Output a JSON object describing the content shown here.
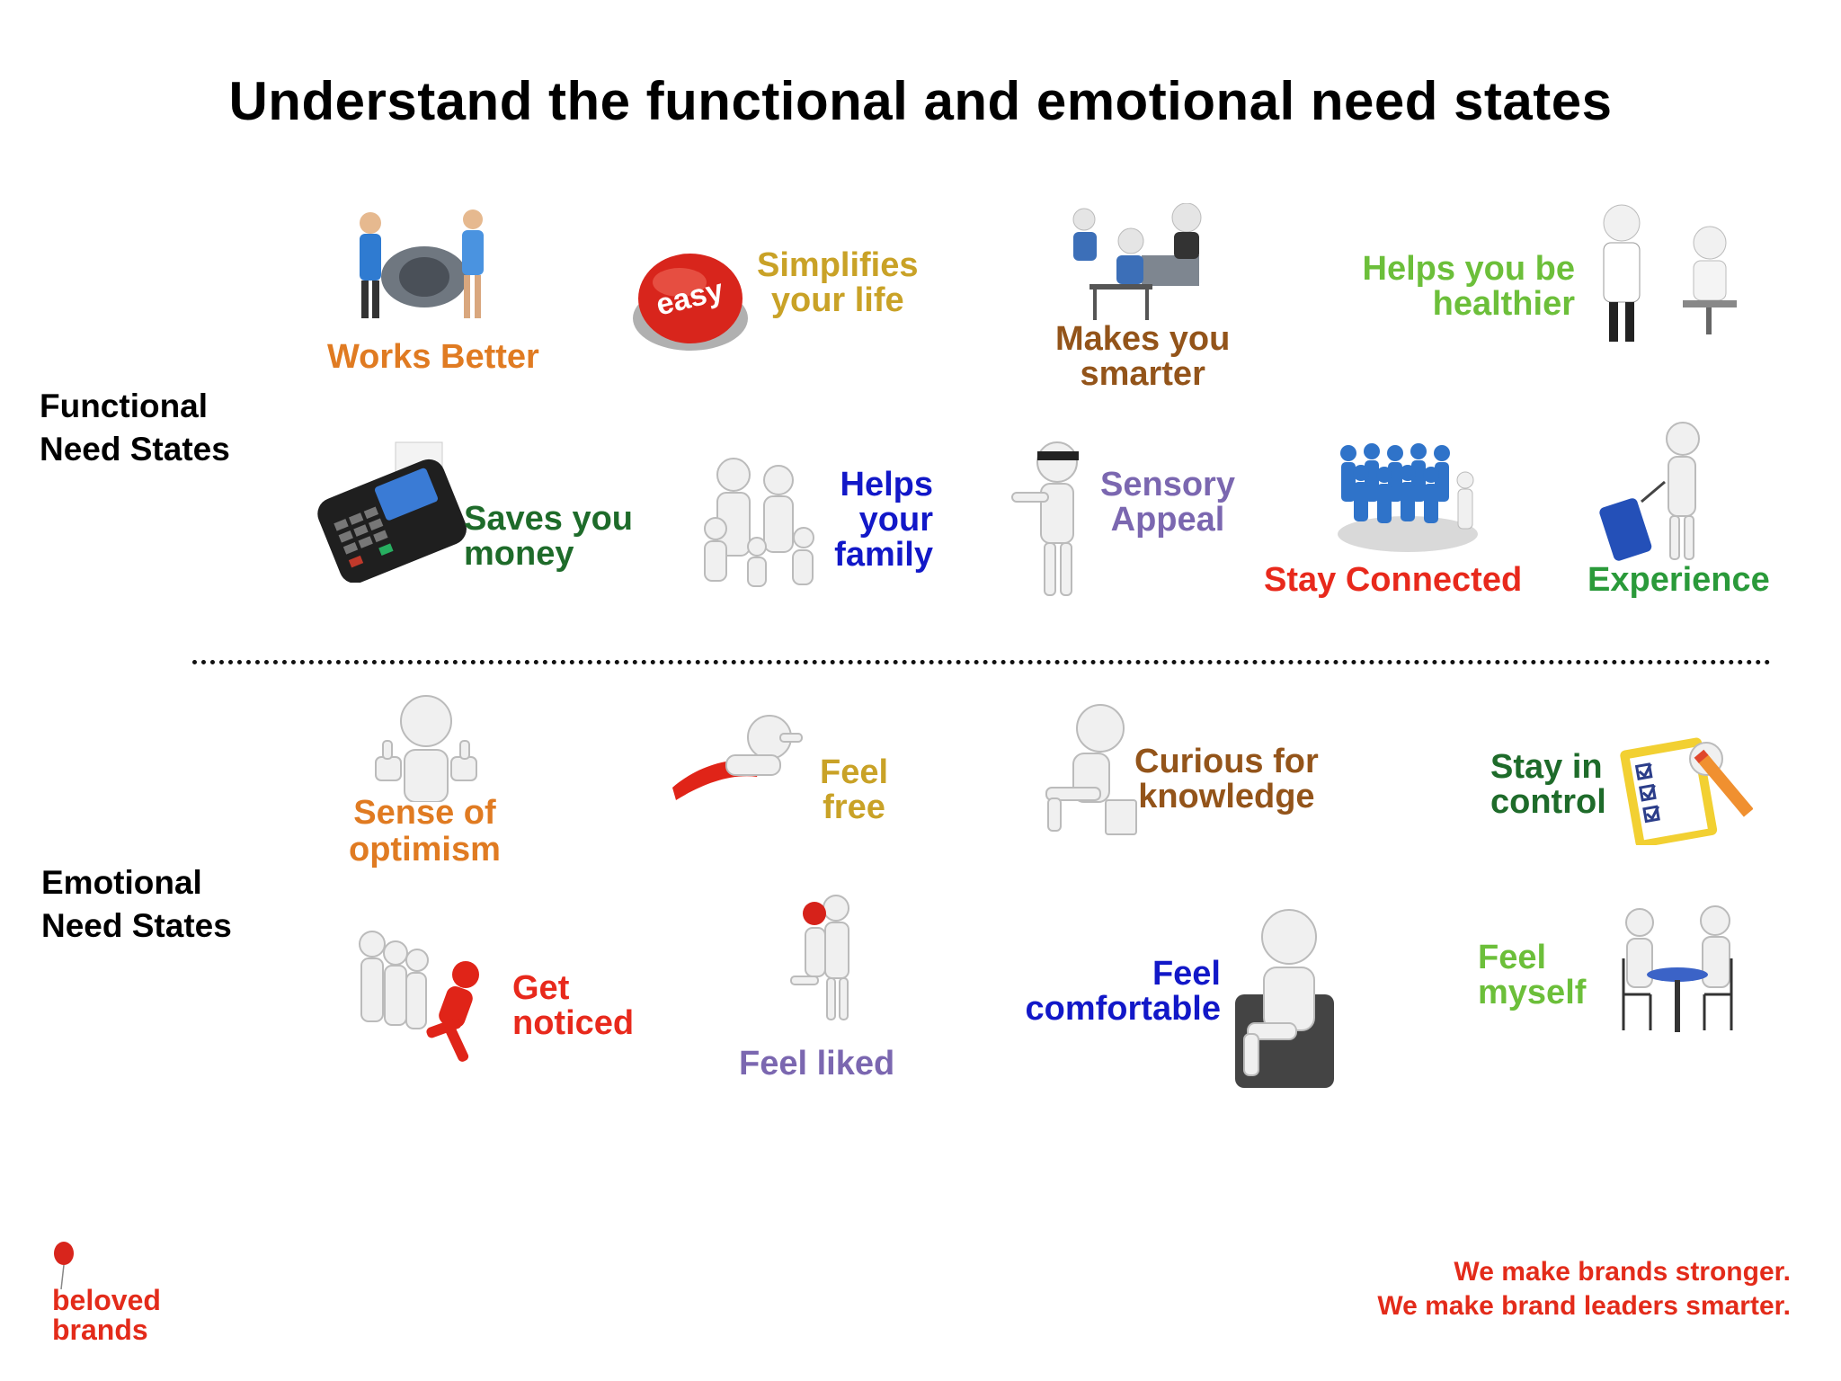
{
  "title": "Understand the functional and emotional need states",
  "sections": {
    "functional": [
      "Functional",
      "Need States"
    ],
    "emotional": [
      "Emotional",
      "Need States"
    ]
  },
  "functional_needs": {
    "works_better": "Works Better",
    "simplifies": [
      "Simplifies",
      "your life"
    ],
    "easy_button": "easy",
    "smarter": [
      "Makes you",
      "smarter"
    ],
    "healthier": [
      "Helps you be",
      "healthier"
    ],
    "saves_money": [
      "Saves you",
      "money"
    ],
    "family": [
      "Helps",
      "your",
      "family"
    ],
    "sensory": [
      "Sensory",
      "Appeal"
    ],
    "connected": "Stay Connected",
    "experience": "Experience"
  },
  "emotional_needs": {
    "optimism": [
      "Sense of",
      "optimism"
    ],
    "free": [
      "Feel",
      "free"
    ],
    "curious": [
      "Curious for",
      "knowledge"
    ],
    "control": [
      "Stay in",
      "control"
    ],
    "noticed": [
      "Get",
      "noticed"
    ],
    "liked": "Feel liked",
    "comfortable": [
      "Feel",
      "comfortable"
    ],
    "myself": [
      "Feel",
      "myself"
    ]
  },
  "brand": {
    "logo": [
      "beloved",
      "brands"
    ],
    "tagline": [
      "We make brands stronger.",
      "We make brand leaders smarter."
    ]
  },
  "colors": {
    "orange": "#e07b22",
    "mustard": "#c9a227",
    "brown": "#93541a",
    "lightgreen": "#6cbf3a",
    "darkgreen": "#1e6b2a",
    "blue": "#1218c8",
    "purple": "#7b67b0",
    "red": "#e8291c",
    "brightgreen": "#2a9a3a"
  }
}
